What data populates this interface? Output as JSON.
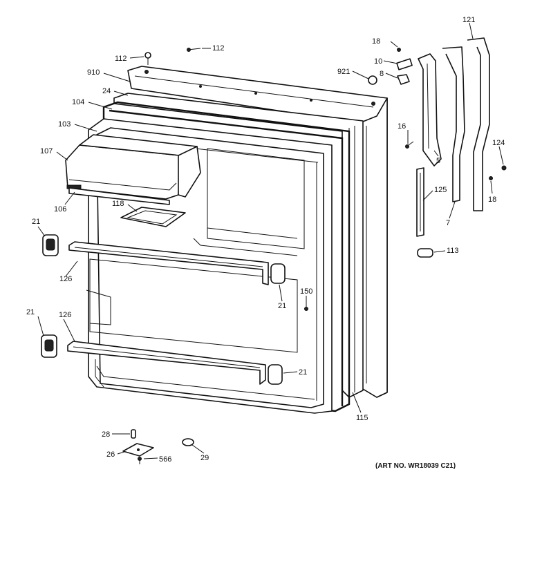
{
  "callouts": [
    {
      "id": "c112a",
      "text": "112"
    },
    {
      "id": "c112b",
      "text": "112"
    },
    {
      "id": "c910",
      "text": "910"
    },
    {
      "id": "c24",
      "text": "24"
    },
    {
      "id": "c104",
      "text": "104"
    },
    {
      "id": "c103",
      "text": "103"
    },
    {
      "id": "c107",
      "text": "107"
    },
    {
      "id": "c106",
      "text": "106"
    },
    {
      "id": "c118",
      "text": "118"
    },
    {
      "id": "c21a",
      "text": "21"
    },
    {
      "id": "c126a",
      "text": "126"
    },
    {
      "id": "c21b",
      "text": "21"
    },
    {
      "id": "c21c",
      "text": "21"
    },
    {
      "id": "c126b",
      "text": "126"
    },
    {
      "id": "c21d",
      "text": "21"
    },
    {
      "id": "c150",
      "text": "150"
    },
    {
      "id": "c115",
      "text": "115"
    },
    {
      "id": "c18a",
      "text": "18"
    },
    {
      "id": "c10",
      "text": "10"
    },
    {
      "id": "c921",
      "text": "921"
    },
    {
      "id": "c8",
      "text": "8"
    },
    {
      "id": "c16",
      "text": "16"
    },
    {
      "id": "c5",
      "text": "5"
    },
    {
      "id": "c121",
      "text": "121"
    },
    {
      "id": "c124",
      "text": "124"
    },
    {
      "id": "c18b",
      "text": "18"
    },
    {
      "id": "c125",
      "text": "125"
    },
    {
      "id": "c7",
      "text": "7"
    },
    {
      "id": "c113",
      "text": "113"
    },
    {
      "id": "c28",
      "text": "28"
    },
    {
      "id": "c26",
      "text": "26"
    },
    {
      "id": "c566",
      "text": "566"
    },
    {
      "id": "c29",
      "text": "29"
    }
  ],
  "art_number": "(ART NO. WR18039 C21)"
}
